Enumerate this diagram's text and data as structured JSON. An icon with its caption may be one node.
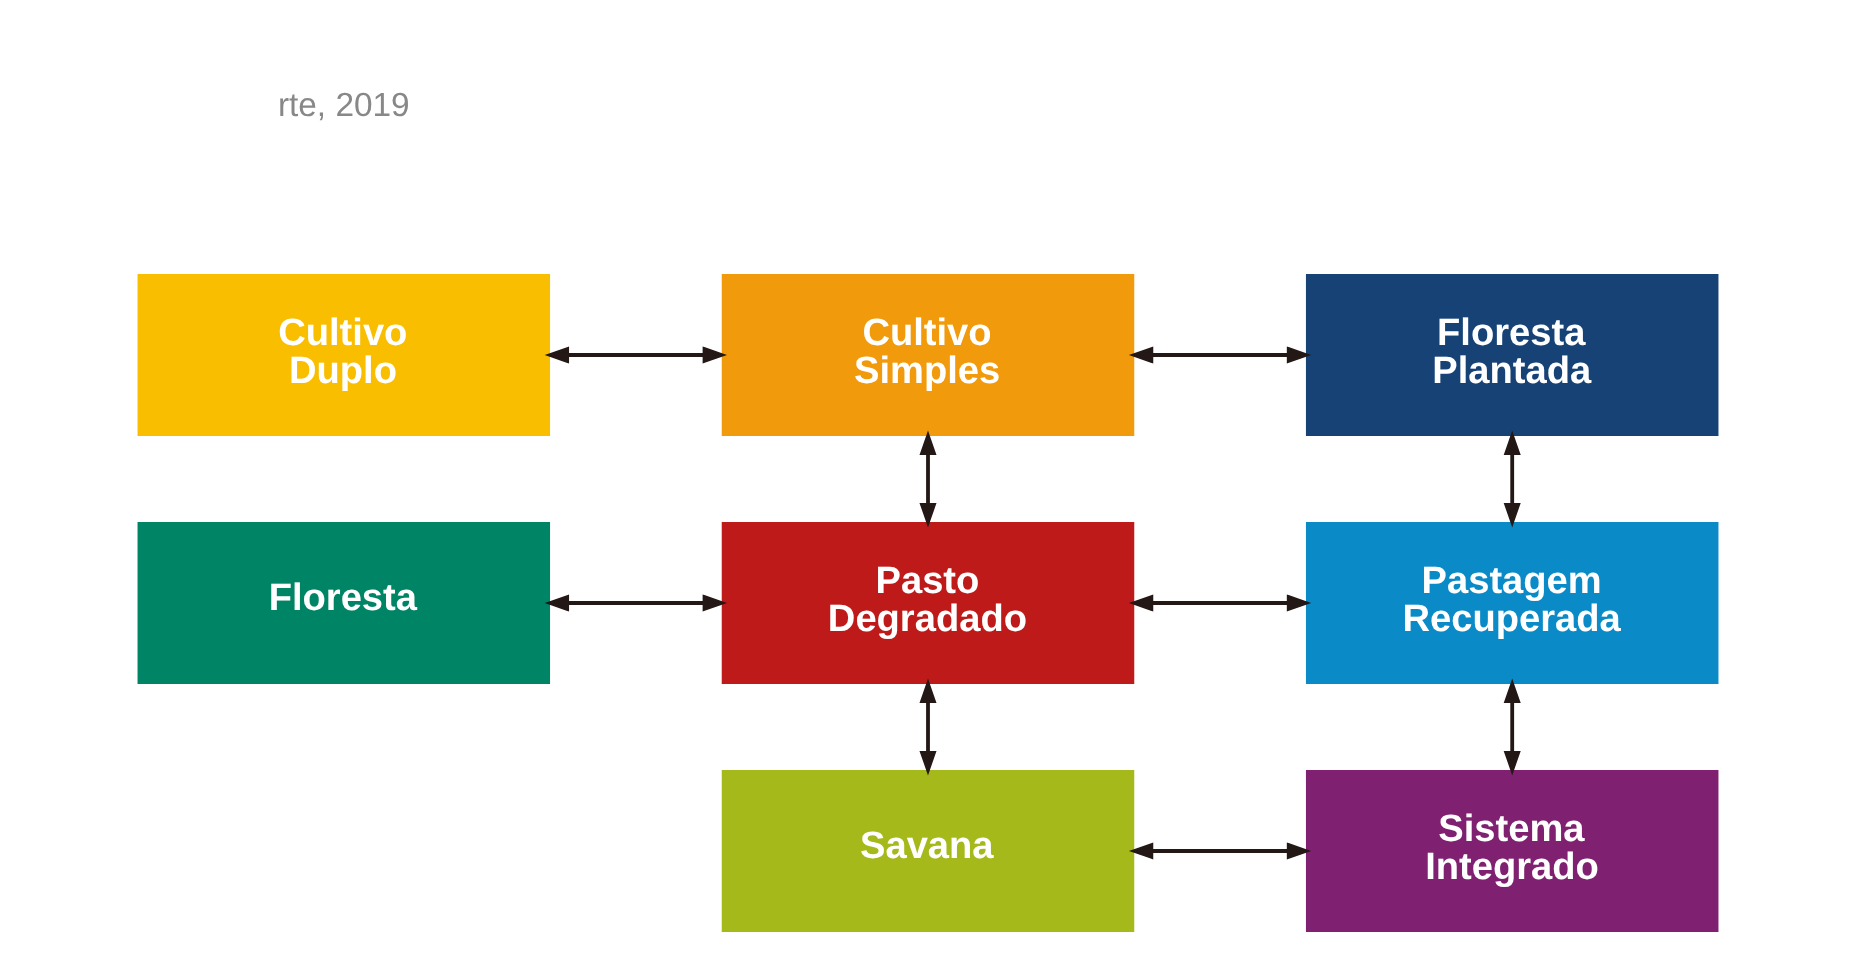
{
  "diagram": {
    "nodes": [
      {
        "text": [
          "Cultivo Duplo"
        ]
      },
      {
        "text": [
          "Cultivo Simples"
        ]
      },
      {
        "text": [
          "Floresta Plantada"
        ]
      },
      {
        "text": [
          "Floresta"
        ]
      },
      {
        "text": [
          "Pasto Degradado"
        ]
      },
      {
        "text": [
          "Pastagem Recuperada"
        ]
      },
      {
        "text": [
          "Savana"
        ]
      },
      {
        "text": [
          "Sistema Integrado"
        ]
      }
    ],
    "edges": [
      {
        "from": 0,
        "to": 1,
        "arrow": "both"
      },
      {
        "from": 1,
        "to": 2,
        "arrow": "both"
      },
      {
        "from": 1,
        "to": 4,
        "arrow": "both"
      },
      {
        "from": 2,
        "to": 5,
        "arrow": "both"
      },
      {
        "from": 3,
        "to": 4,
        "arrow": "both"
      },
      {
        "from": 4,
        "to": 5,
        "arrow": "both"
      },
      {
        "from": 4,
        "to": 6,
        "arrow": "both"
      },
      {
        "from": 5,
        "to": 7,
        "arrow": "both"
      },
      {
        "from": 6,
        "to": 7,
        "arrow": "both"
      }
    ],
    "labels": [
      "rte, 2019"
    ]
  }
}
